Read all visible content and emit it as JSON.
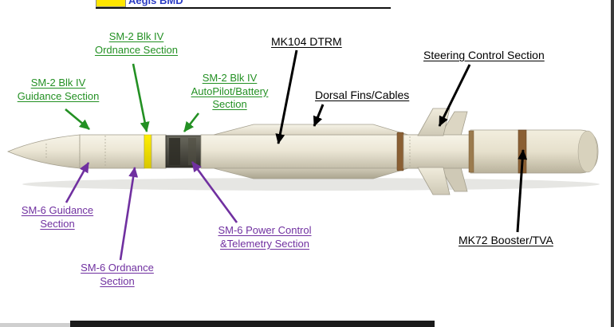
{
  "header": {
    "title": "Aegis BMD"
  },
  "labels": {
    "sm2_guidance": "SM-2 Blk IV\nGuidance Section",
    "sm2_ordnance": "SM-2 Blk IV\nOrdnance Section",
    "sm2_autopilot": "SM-2 Blk IV\nAutoPilot/Battery\nSection",
    "mk104": "MK104 DTRM",
    "dorsal": "Dorsal Fins/Cables",
    "steering": "Steering Control Section",
    "sm6_guidance": "SM-6 Guidance\nSection",
    "sm6_ordnance": "SM-6 Ordnance\nSection",
    "sm6_power": "SM-6 Power Control\n&Telemetry Section",
    "mk72": "MK72 Booster/TVA"
  },
  "colors": {
    "sm2_labels_green": "#239023",
    "sm6_labels_purple": "#7030a0",
    "black_labels": "#000000",
    "title_blue": "#2b3cc4",
    "highlight_yellow": "#ffe600",
    "missile_body": "#ece7d6",
    "ordnance_dark_section": "#3f3e36",
    "yellow_band": "#f2e400",
    "booster_ring_brown": "#8a5f33"
  }
}
